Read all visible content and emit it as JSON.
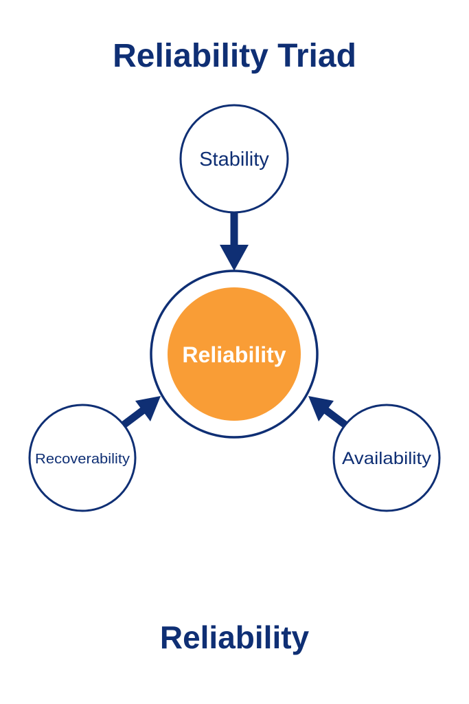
{
  "title": "Reliability Triad",
  "footer": "Reliability",
  "colors": {
    "primary": "#0f2f74",
    "accent": "#f99d36",
    "background": "#ffffff"
  },
  "diagram": {
    "center": {
      "label": "Reliability"
    },
    "nodes": [
      {
        "id": "stability",
        "label": "Stability",
        "position": "top"
      },
      {
        "id": "recoverability",
        "label": "Recoverability",
        "position": "bottom-left"
      },
      {
        "id": "availability",
        "label": "Availability",
        "position": "bottom-right"
      }
    ],
    "edges": [
      {
        "from": "stability",
        "to": "center"
      },
      {
        "from": "recoverability",
        "to": "center"
      },
      {
        "from": "availability",
        "to": "center"
      }
    ]
  }
}
